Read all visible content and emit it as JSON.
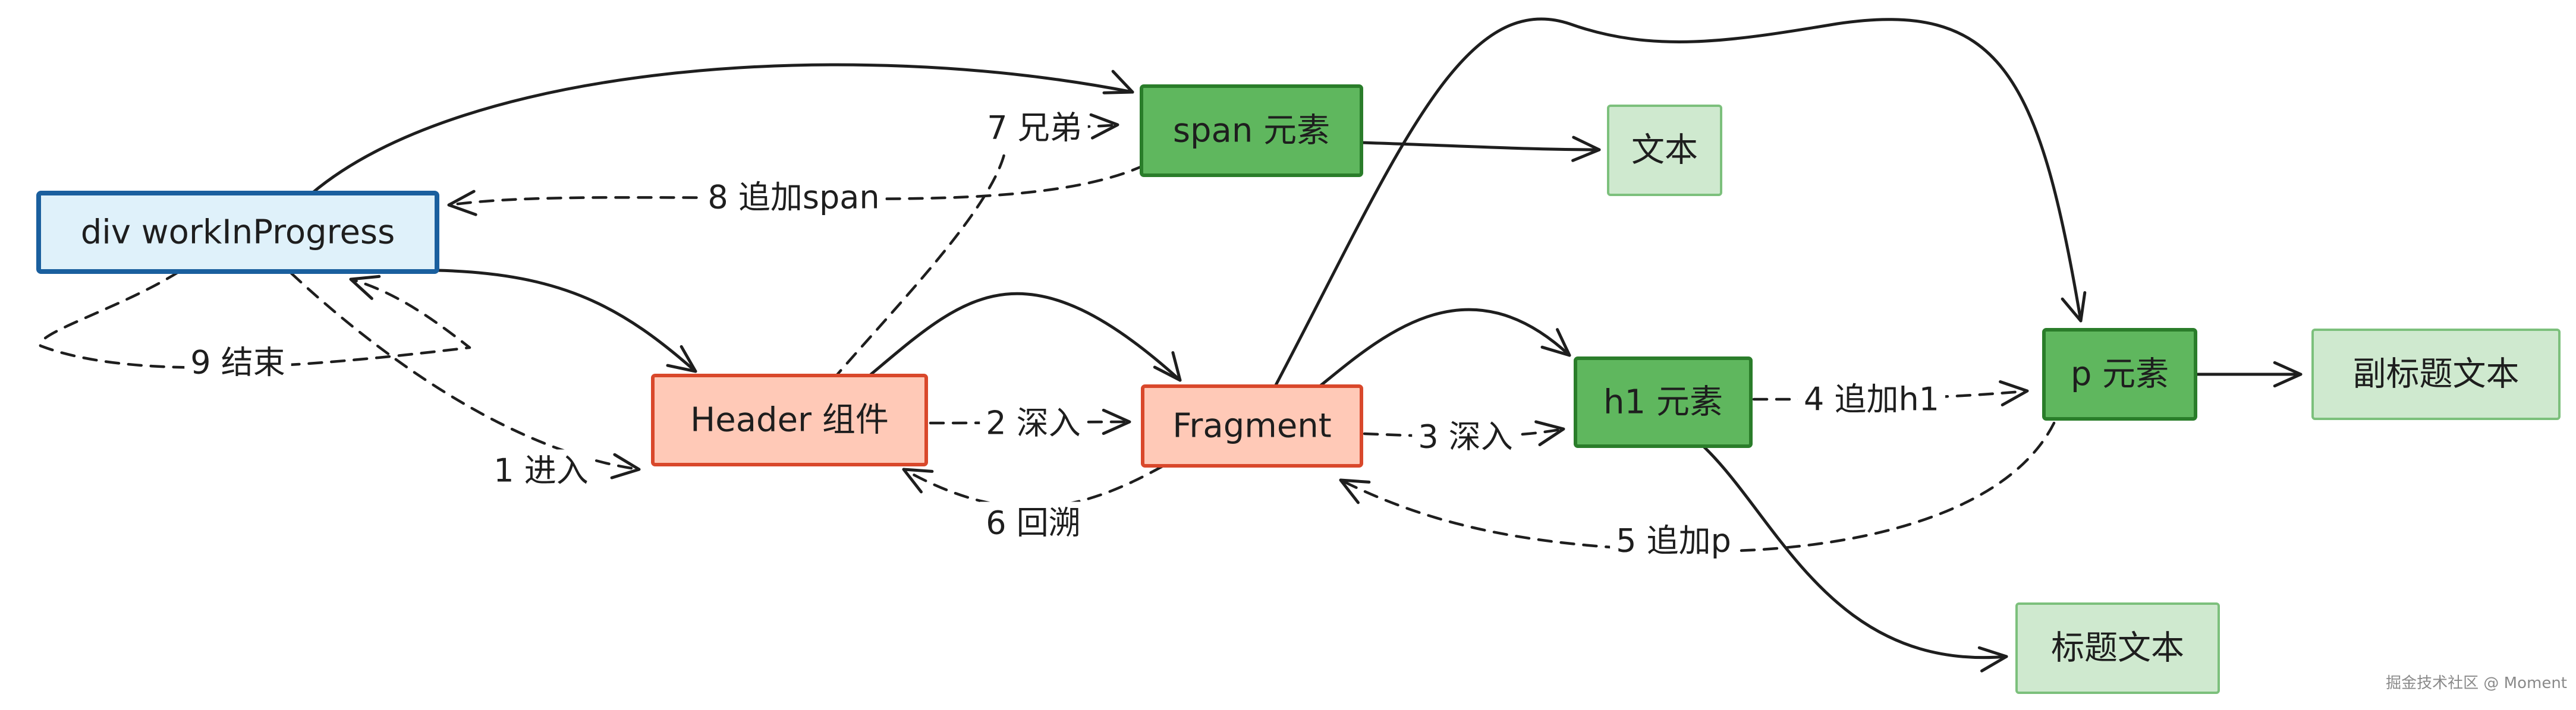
{
  "diagram": {
    "nodes": [
      {
        "id": "div",
        "label": "div workInProgress",
        "style": "blue"
      },
      {
        "id": "header",
        "label": "Header 组件",
        "style": "orange"
      },
      {
        "id": "fragment",
        "label": "Fragment",
        "style": "orange"
      },
      {
        "id": "span",
        "label": "span 元素",
        "style": "green"
      },
      {
        "id": "text1",
        "label": "文本",
        "style": "lightgreen"
      },
      {
        "id": "h1",
        "label": "h1 元素",
        "style": "green"
      },
      {
        "id": "p",
        "label": "p 元素",
        "style": "green"
      },
      {
        "id": "text_sub",
        "label": "副标题文本",
        "style": "lightgreen"
      },
      {
        "id": "text_title",
        "label": "标题文本",
        "style": "lightgreen"
      }
    ],
    "edges": [
      {
        "id": "div-span",
        "from": "div",
        "to": "span",
        "label": "",
        "dashed": false
      },
      {
        "id": "div-header",
        "from": "div",
        "to": "header",
        "label": "",
        "dashed": false
      },
      {
        "id": "span-text1",
        "from": "span",
        "to": "text1",
        "label": "",
        "dashed": false
      },
      {
        "id": "header-fragment",
        "from": "header",
        "to": "fragment",
        "label": "",
        "dashed": false
      },
      {
        "id": "fragment-h1",
        "from": "fragment",
        "to": "h1",
        "label": "",
        "dashed": false
      },
      {
        "id": "fragment-p",
        "from": "fragment",
        "to": "p",
        "label": "",
        "dashed": false
      },
      {
        "id": "p-textsub",
        "from": "p",
        "to": "text_sub",
        "label": "",
        "dashed": false
      },
      {
        "id": "h1-texttitle",
        "from": "h1",
        "to": "text_title",
        "label": "",
        "dashed": false
      },
      {
        "id": "enter",
        "from": "div",
        "to": "header",
        "label": "1 进入",
        "dashed": true
      },
      {
        "id": "dive2",
        "from": "header",
        "to": "fragment",
        "label": "2 深入",
        "dashed": true
      },
      {
        "id": "dive3",
        "from": "fragment",
        "to": "h1",
        "label": "3 深入",
        "dashed": true
      },
      {
        "id": "append-h1",
        "from": "h1",
        "to": "p",
        "label": "4 追加h1",
        "dashed": true
      },
      {
        "id": "append-p",
        "from": "p",
        "to": "fragment",
        "label": "5 追加p",
        "dashed": true
      },
      {
        "id": "backtrack",
        "from": "fragment",
        "to": "header",
        "label": "6 回溯",
        "dashed": true
      },
      {
        "id": "sibling",
        "from": "header",
        "to": "span",
        "label": "7 兄弟",
        "dashed": true
      },
      {
        "id": "append-span",
        "from": "span",
        "to": "div",
        "label": "8 追加span",
        "dashed": true
      },
      {
        "id": "finish",
        "from": "div",
        "to": "div",
        "label": "9 结束",
        "dashed": true
      }
    ],
    "colors": {
      "blue_fill": "#dff1fa",
      "blue_stroke": "#1a5f9e",
      "orange_fill": "#ffc9b7",
      "orange_stroke": "#d9482b",
      "green_fill": "#5fb75e",
      "green_stroke": "#2a7d2a",
      "lightgreen_fill": "#cfe9cf",
      "lightgreen_stroke": "#7cc07c",
      "line": "#1e1e1e"
    }
  },
  "watermark": "掘金技术社区 @ Moment"
}
